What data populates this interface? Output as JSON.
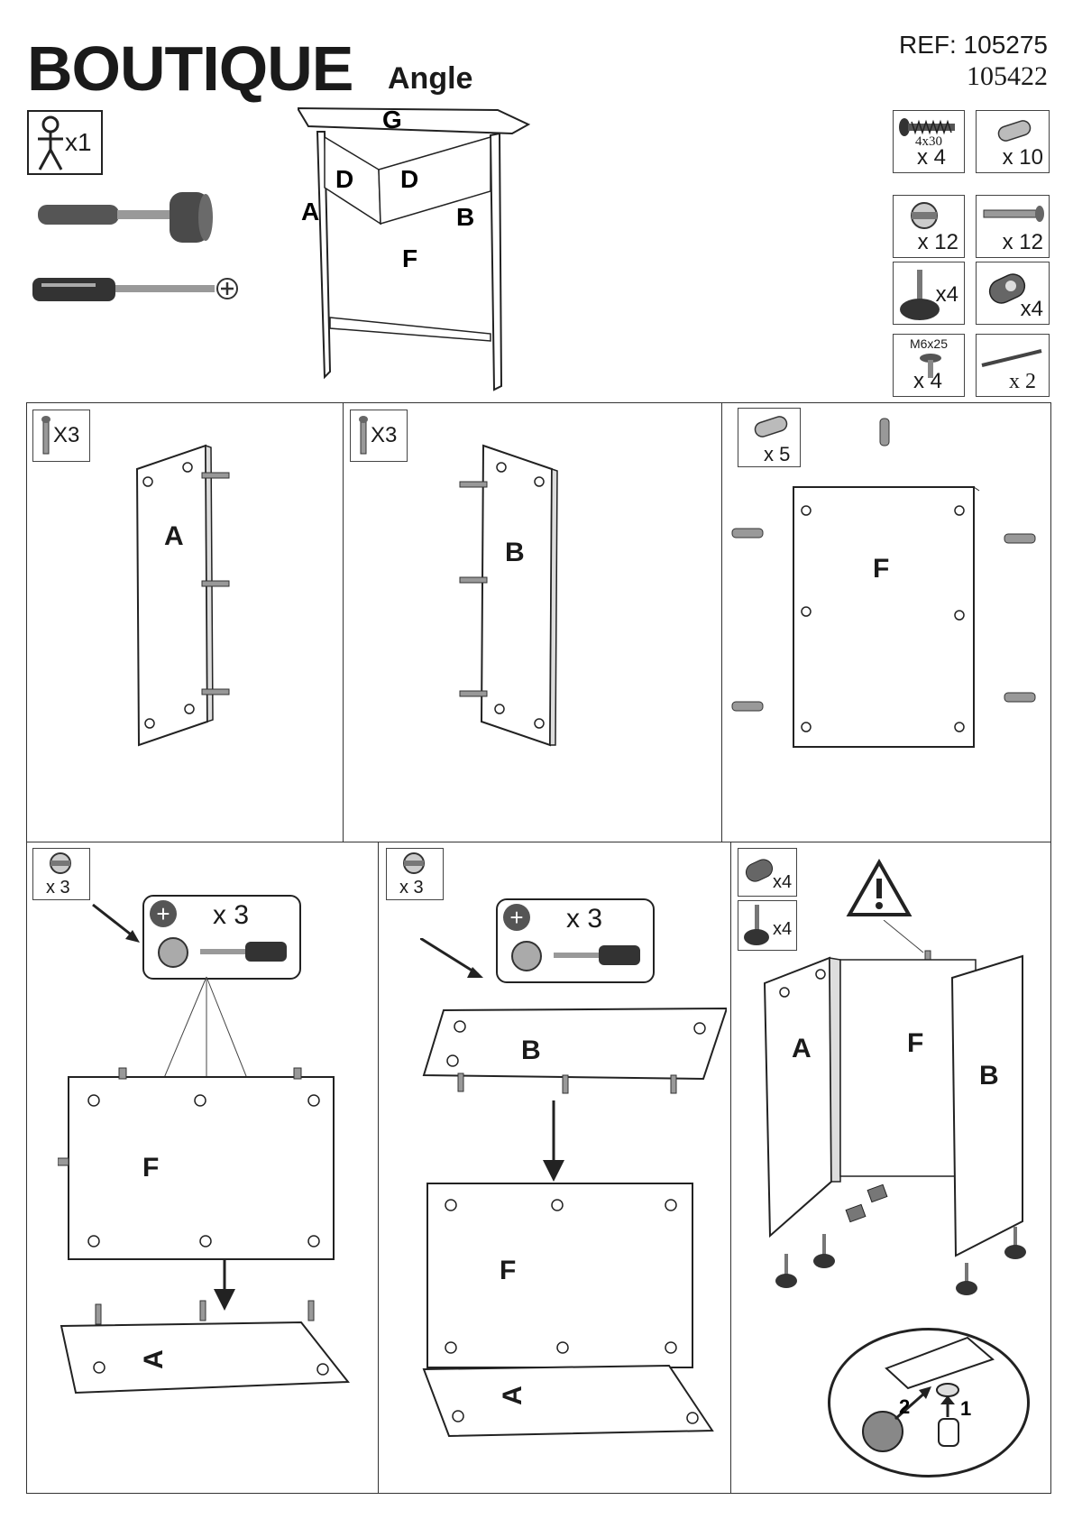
{
  "header": {
    "title": "BOUTIQUE",
    "subtitle": "Angle",
    "ref_line1": "REF: 105275",
    "ref_line2": "105422"
  },
  "people": {
    "icon": "person-icon",
    "count": "x1"
  },
  "tools": [
    {
      "icon": "mallet-icon"
    },
    {
      "icon": "screwdriver-phillips-icon"
    }
  ],
  "overview": {
    "labels": {
      "g": "G",
      "d1": "D",
      "d2": "D",
      "a": "A",
      "b": "B",
      "f": "F"
    }
  },
  "hardware": [
    {
      "icon": "screw-icon",
      "spec": "4x30",
      "qty": "x 4"
    },
    {
      "icon": "dowel-icon",
      "spec": "",
      "qty": "x 10"
    },
    {
      "icon": "cam-lock-icon",
      "spec": "",
      "qty": "x 12"
    },
    {
      "icon": "cam-bolt-icon",
      "spec": "",
      "qty": "x 12"
    },
    {
      "icon": "leveling-foot-icon",
      "spec": "",
      "qty": "x4"
    },
    {
      "icon": "barrel-nut-icon",
      "spec": "",
      "qty": "x4"
    },
    {
      "icon": "bolt-icon",
      "spec": "M6x25",
      "qty": "x 4"
    },
    {
      "icon": "rail-icon",
      "spec": "",
      "qty": "x 2"
    }
  ],
  "steps": {
    "s1": {
      "count": "X3",
      "panel": "A"
    },
    "s2": {
      "count": "X3",
      "panel": "B"
    },
    "s3": {
      "count": "x 5",
      "panel": "F"
    },
    "s4": {
      "count": "x 3",
      "callout_count": "x 3",
      "panel_top": "F",
      "panel_bottom": "A"
    },
    "s5": {
      "count": "x 3",
      "callout_count": "x 3",
      "panel_top": "B",
      "panel_mid": "F",
      "panel_bottom": "A"
    },
    "s6": {
      "count_nut": "x4",
      "count_foot": "x4",
      "label_a": "A",
      "label_f": "F",
      "label_b": "B",
      "detail_1": "1",
      "detail_2": "2"
    }
  },
  "colors": {
    "line": "#222222",
    "panel_fill": "#ffffff",
    "hardware_fill": "#9a9a9a"
  }
}
